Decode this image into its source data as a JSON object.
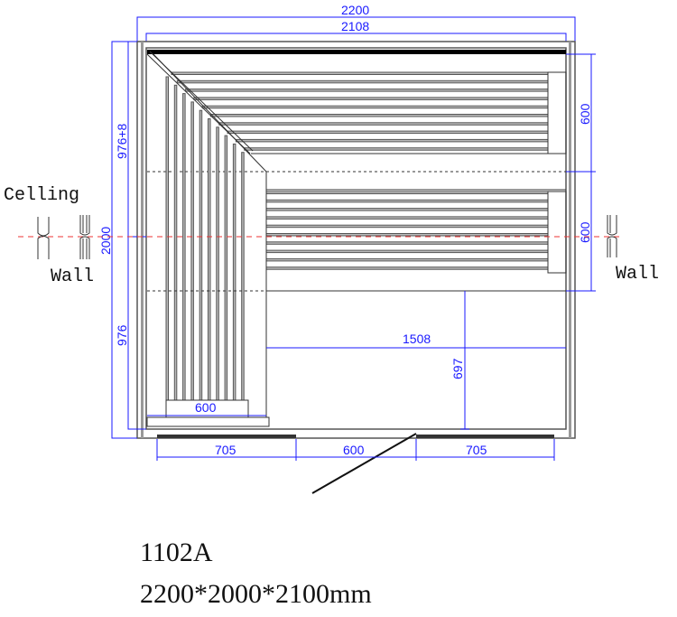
{
  "drawing": {
    "dimensions": {
      "outer_width": "2200",
      "inner_width": "2108",
      "total_depth": "2000",
      "upper_depth": "976+8",
      "lower_depth": "976",
      "upper_bench_depth": "600",
      "lower_bench_depth": "600",
      "floor_width": "1508",
      "floor_depth": "697",
      "step_width": "600",
      "front_left": "705",
      "door_width": "600",
      "front_right": "705"
    },
    "labels": {
      "ceiling": "Celling",
      "wall_left": "Wall",
      "wall_right": "Wall"
    },
    "model": "1102A",
    "size": "2200*2000*2100mm"
  }
}
